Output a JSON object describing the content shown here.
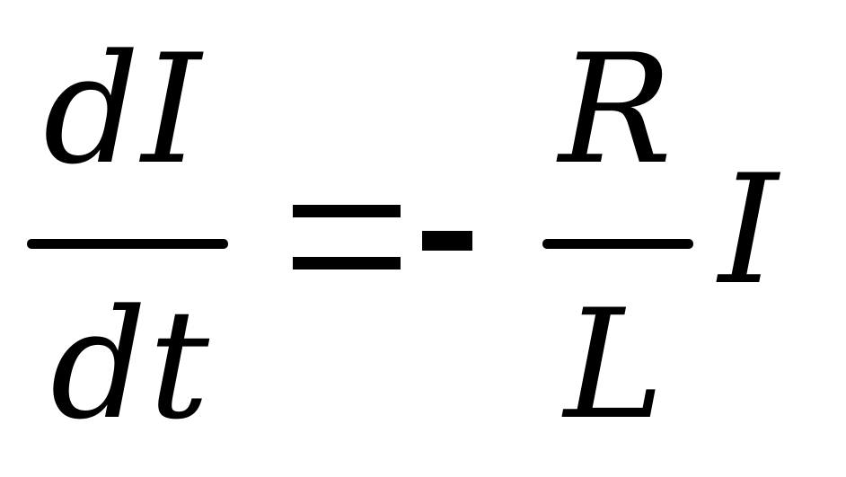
{
  "equation": {
    "lhs_numerator": "dI",
    "lhs_denominator": "dt",
    "equals_symbol": "=",
    "minus_symbol": "-",
    "rhs_numerator": "R",
    "rhs_denominator": "L",
    "rhs_variable": "I"
  }
}
